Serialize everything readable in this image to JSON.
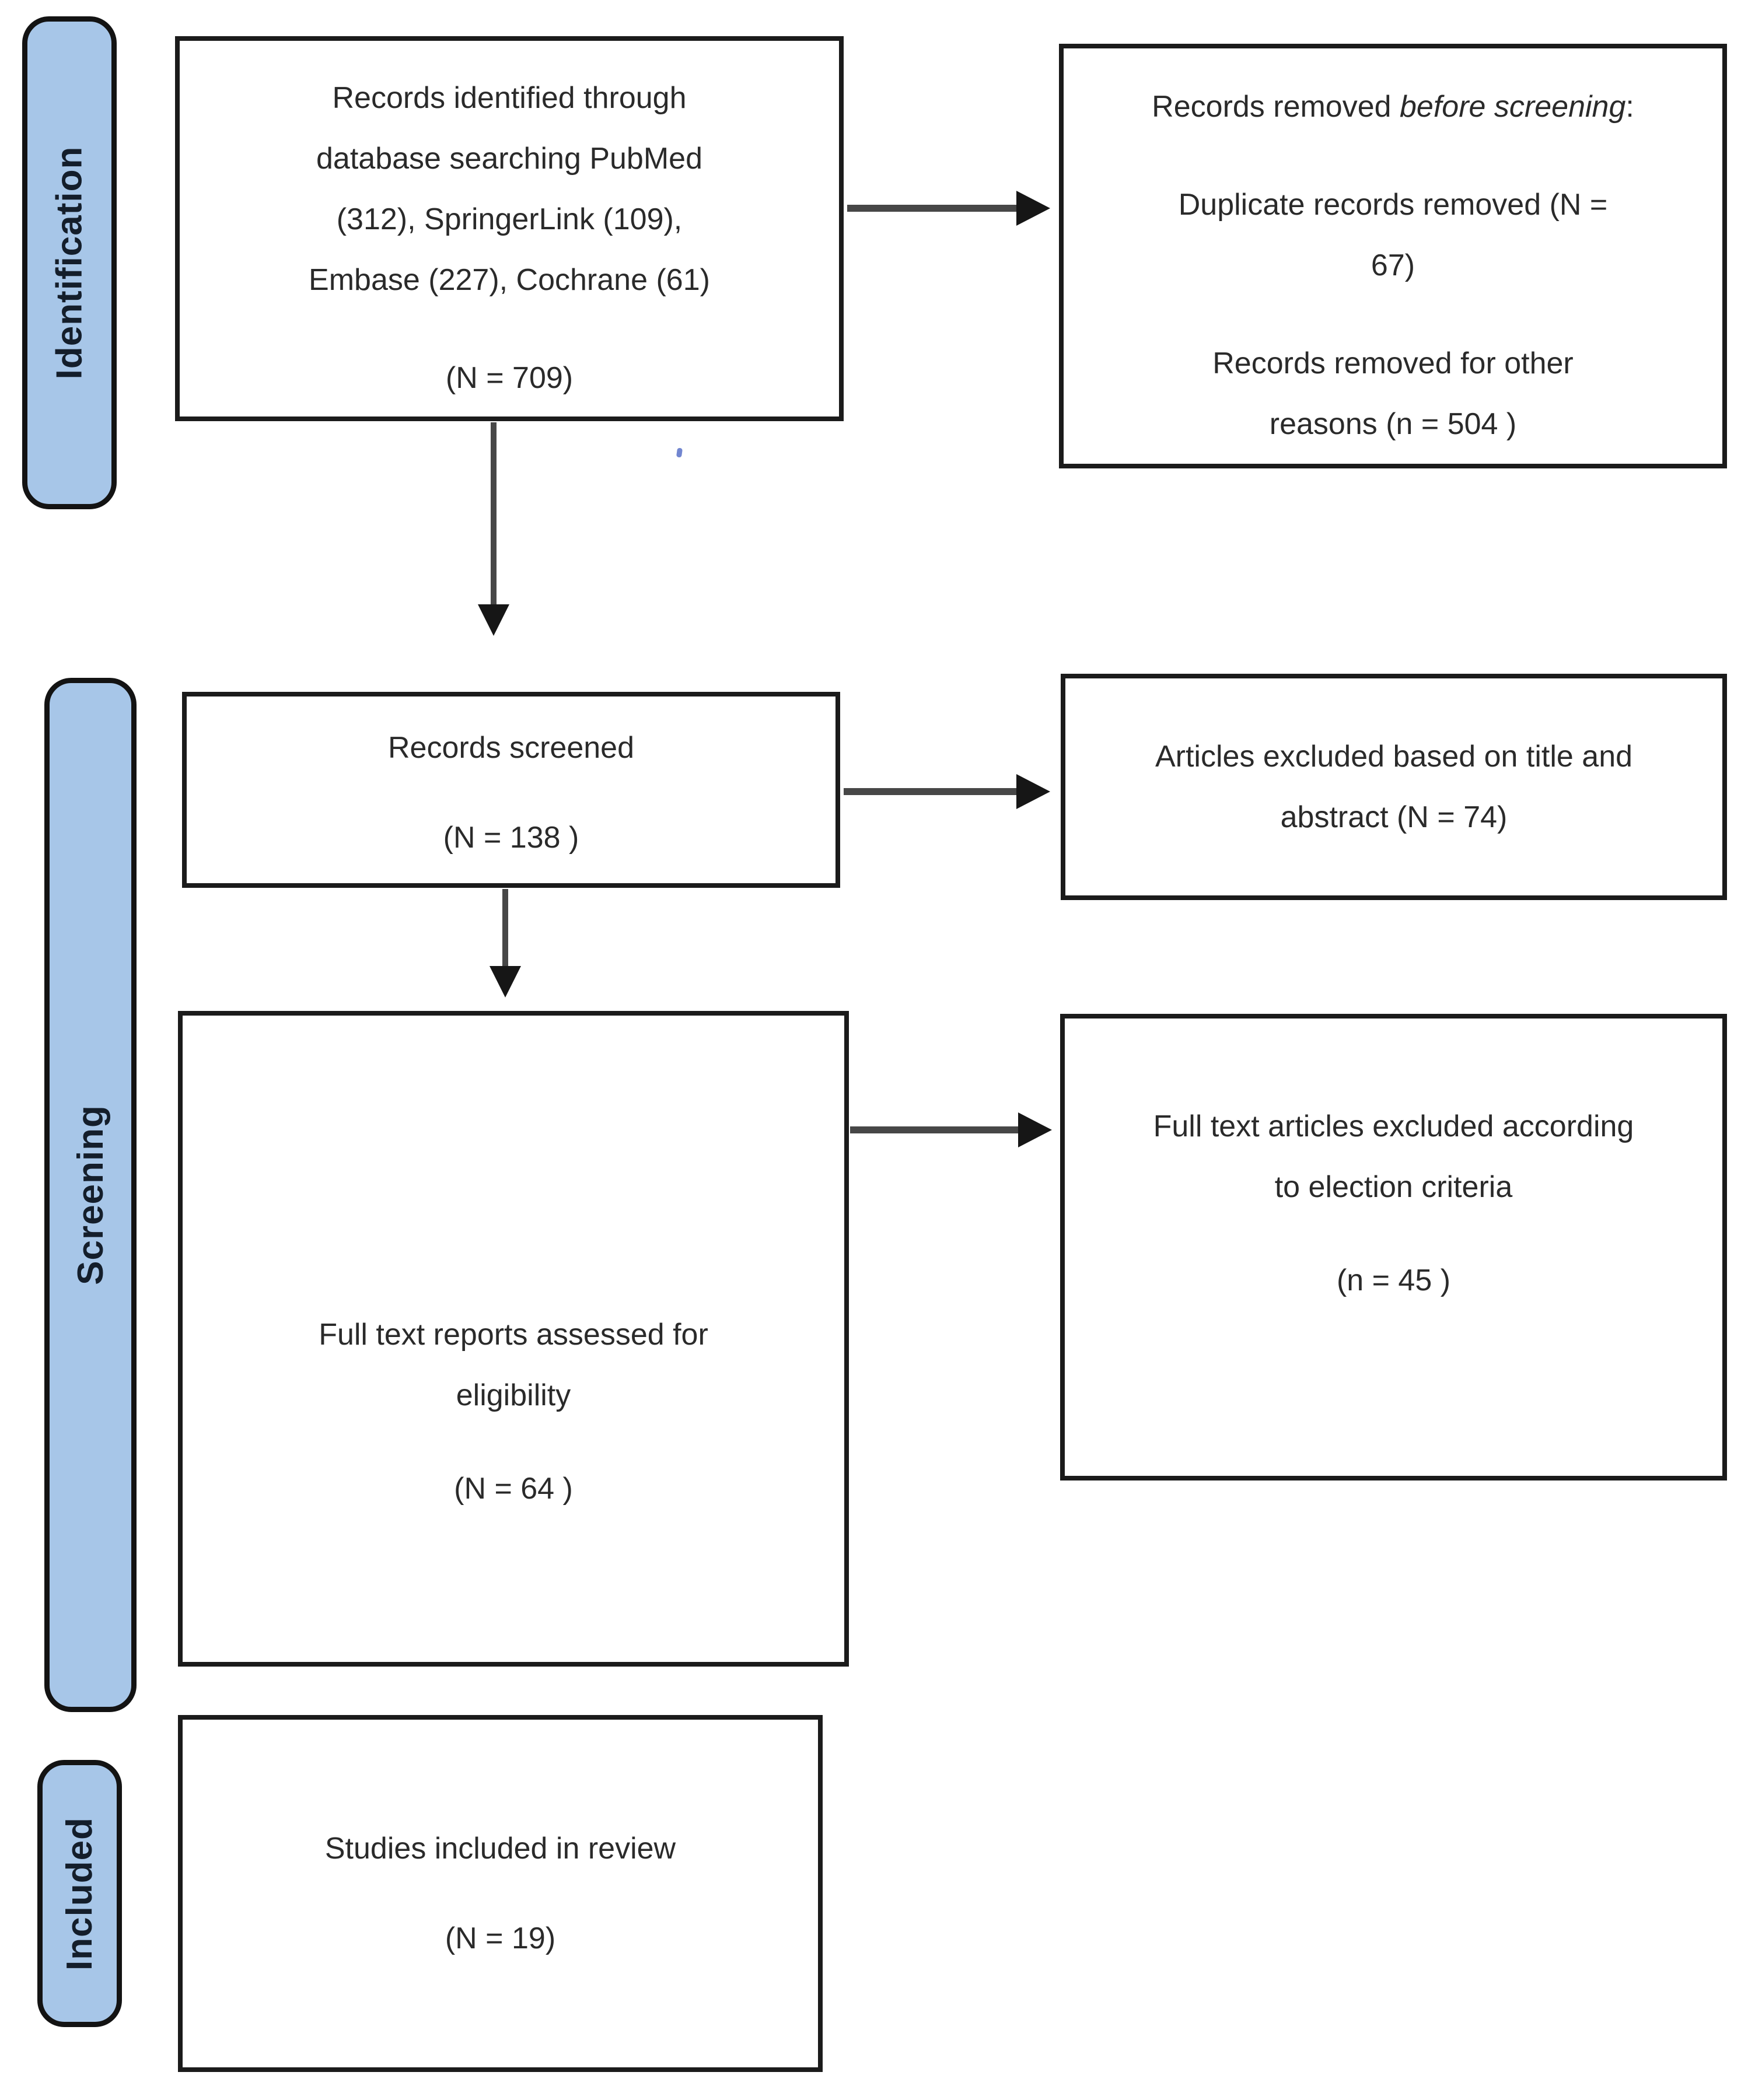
{
  "colors": {
    "stage_fill": "#A7C6E8",
    "stage_border": "#131313",
    "box_border": "#1B1B1B",
    "text": "#2A2A2A",
    "arrow_shaft": "#474747",
    "arrow_head": "#161616",
    "speck": "#4F68C4"
  },
  "stages": {
    "identification": "Identification",
    "screening": "Screening",
    "included": "Included"
  },
  "boxes": {
    "identified": {
      "line1": "Records identified through",
      "line2": "database searching PubMed",
      "line3": "(312), SpringerLink (109),",
      "line4": "Embase (227), Cochrane (61)",
      "count": "(N = 709)"
    },
    "removed": {
      "title_pre": "Records removed ",
      "title_em": "before screening",
      "title_end": ":",
      "dup1": "Duplicate records removed  (N =",
      "dup2": "67)",
      "other1": "Records removed for other",
      "other2": "reasons (n = 504 )"
    },
    "screened": {
      "line1": "Records screened",
      "count": "(N = 138 )"
    },
    "excluded_title": {
      "line1": "Articles excluded based on title and",
      "line2": "abstract (N = 74)"
    },
    "fulltext": {
      "line1": "Full text reports assessed for",
      "line2": "eligibility",
      "count": "(N = 64 )"
    },
    "excluded_fulltext": {
      "line1": "Full text articles excluded according",
      "line2": "to election criteria",
      "count": "(n = 45 )"
    },
    "included_box": {
      "line1": "Studies included in review",
      "count": "(N = 19)"
    }
  }
}
